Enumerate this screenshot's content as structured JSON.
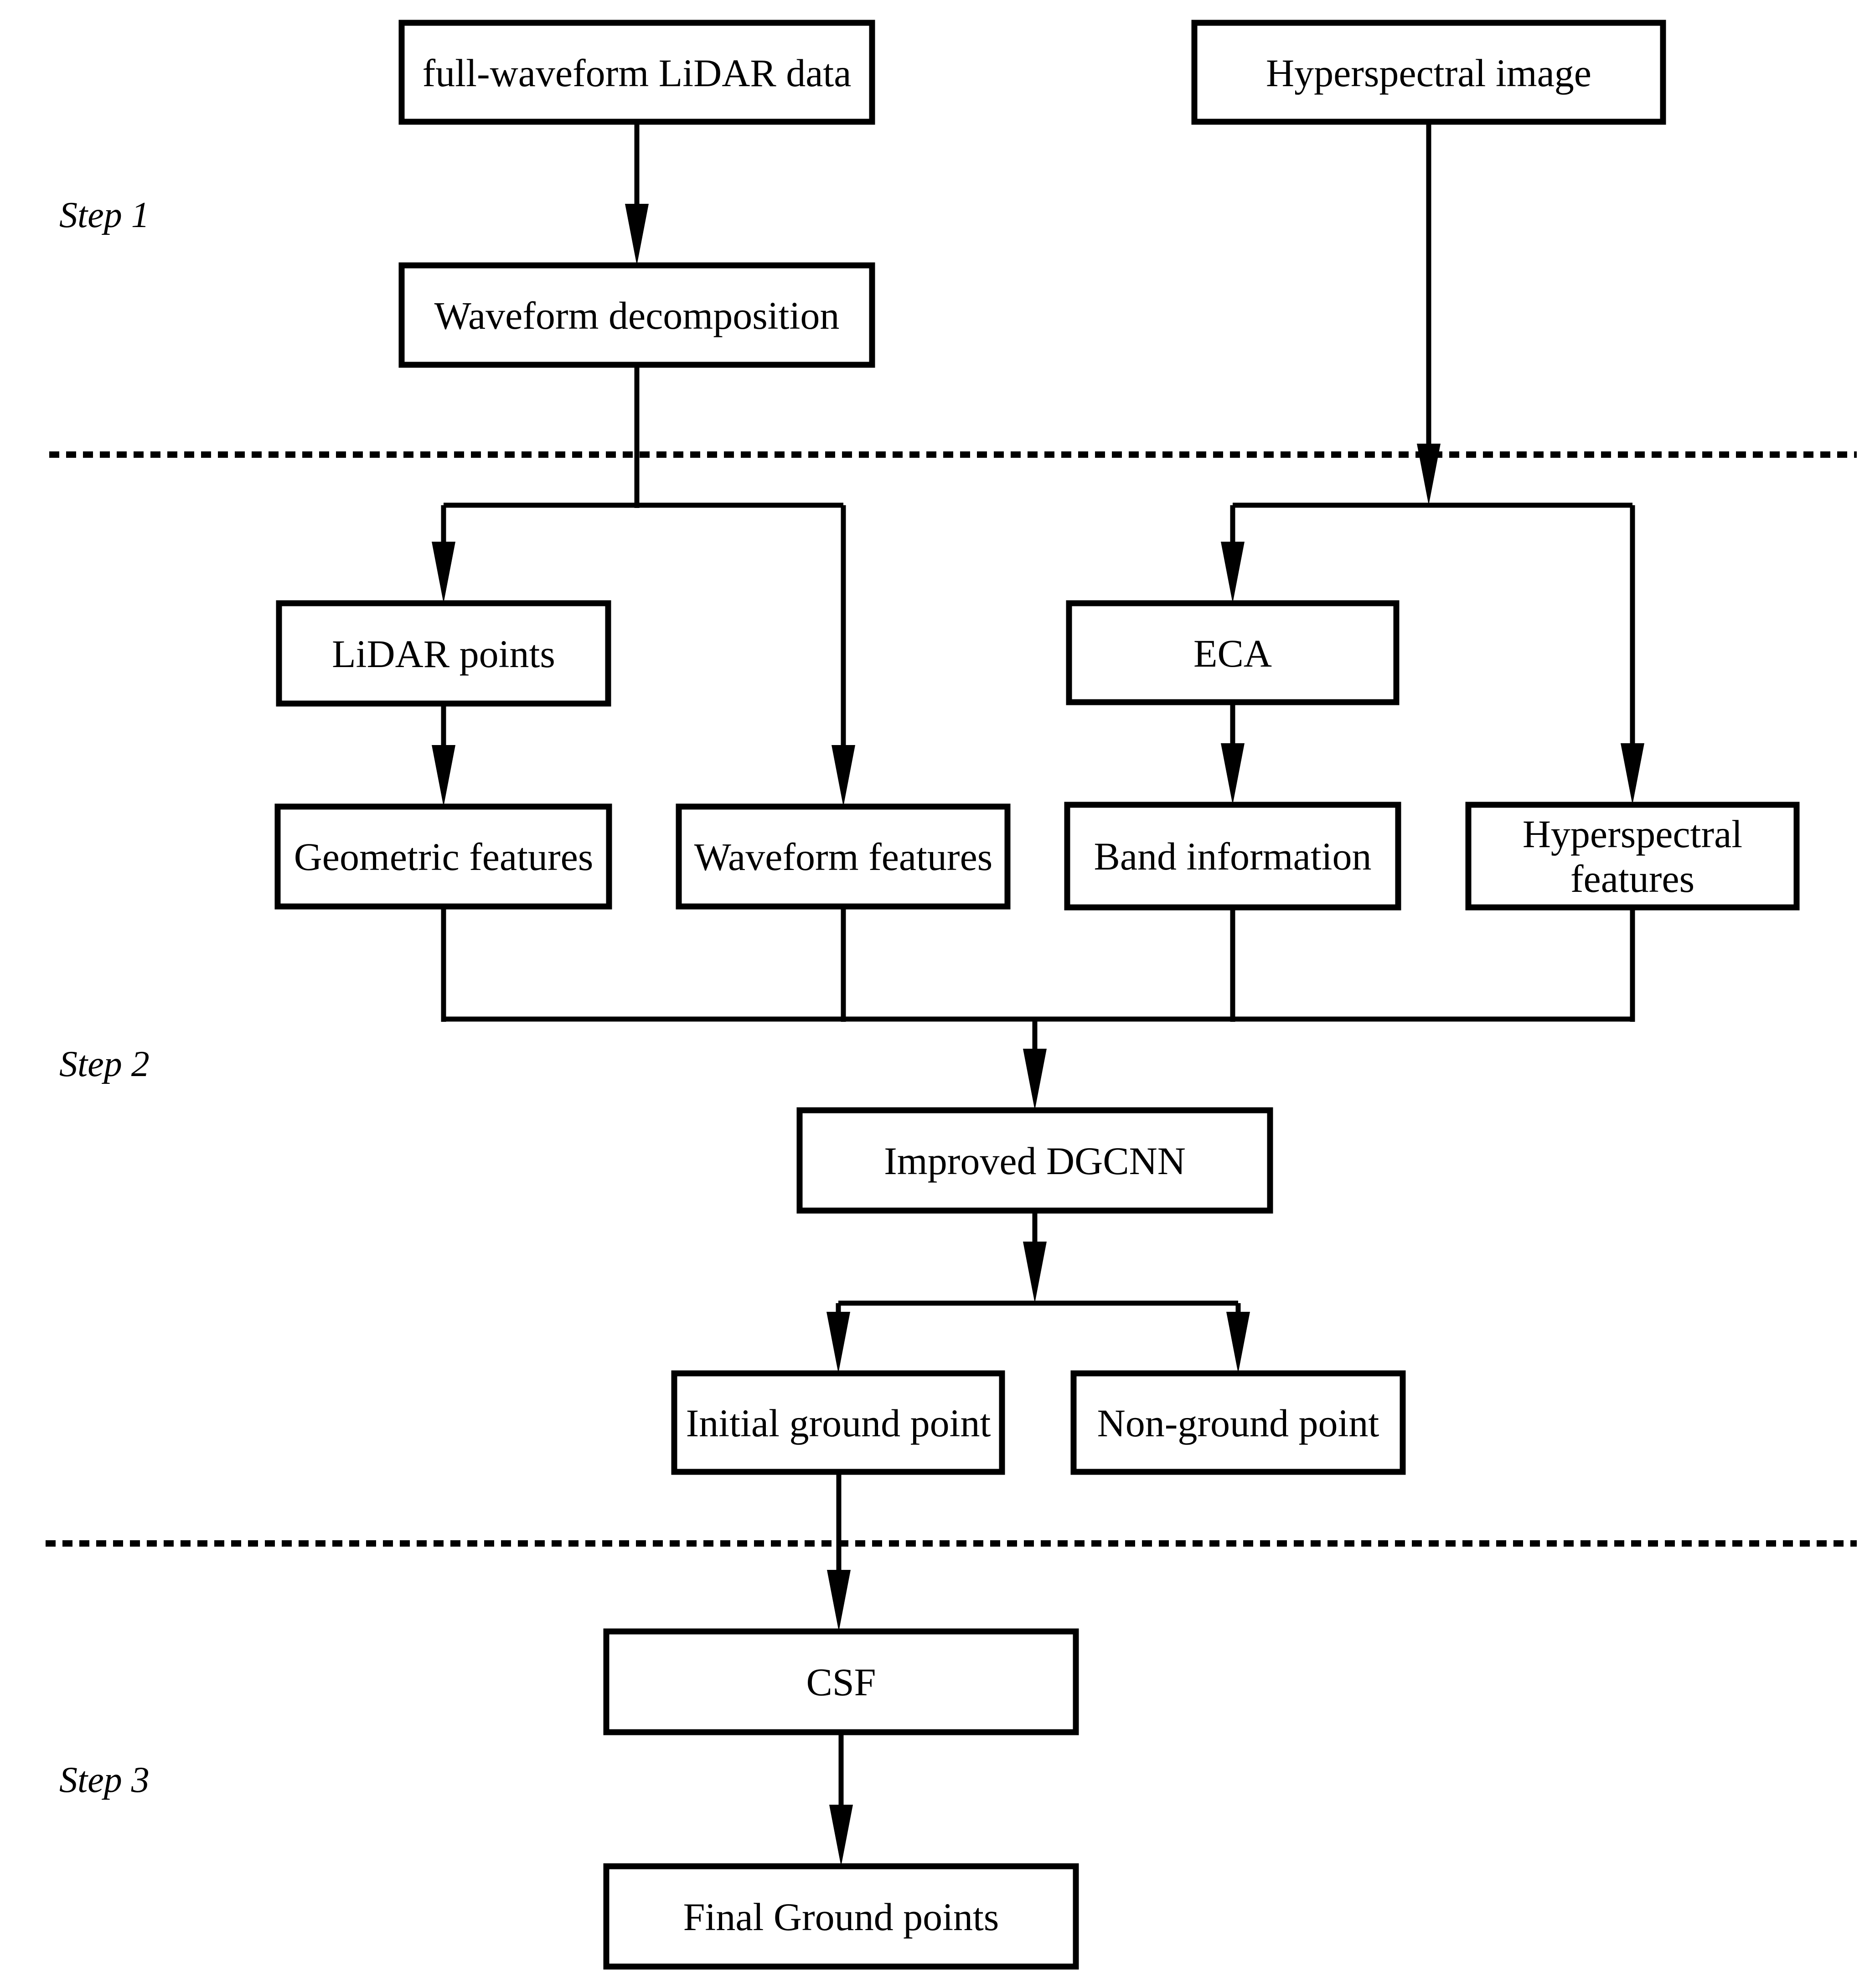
{
  "colors": {
    "ink": "#000000",
    "paper": "#ffffff"
  },
  "steps": {
    "step1": "Step 1",
    "step2": "Step 2",
    "step3": "Step 3"
  },
  "nodes": {
    "full_waveform": {
      "label": "full-waveform LiDAR data"
    },
    "hyperspectral_image": {
      "label": "Hyperspectral image"
    },
    "waveform_decomposition": {
      "label": "Waveform decomposition"
    },
    "lidar_points": {
      "label": "LiDAR points"
    },
    "eca": {
      "label": "ECA"
    },
    "geometric_features": {
      "label": "Geometric features"
    },
    "waveform_features": {
      "label": "Waveform features"
    },
    "band_information": {
      "label": "Band information"
    },
    "hyperspectral_features": {
      "lines": [
        "Hyperspectral",
        "features"
      ]
    },
    "improved_dgcnn": {
      "label": "Improved DGCNN"
    },
    "initial_ground_point": {
      "label": "Initial ground point"
    },
    "non_ground_point": {
      "label": "Non-ground point"
    },
    "csf": {
      "label": "CSF"
    },
    "final_ground_points": {
      "label": "Final Ground points"
    }
  }
}
